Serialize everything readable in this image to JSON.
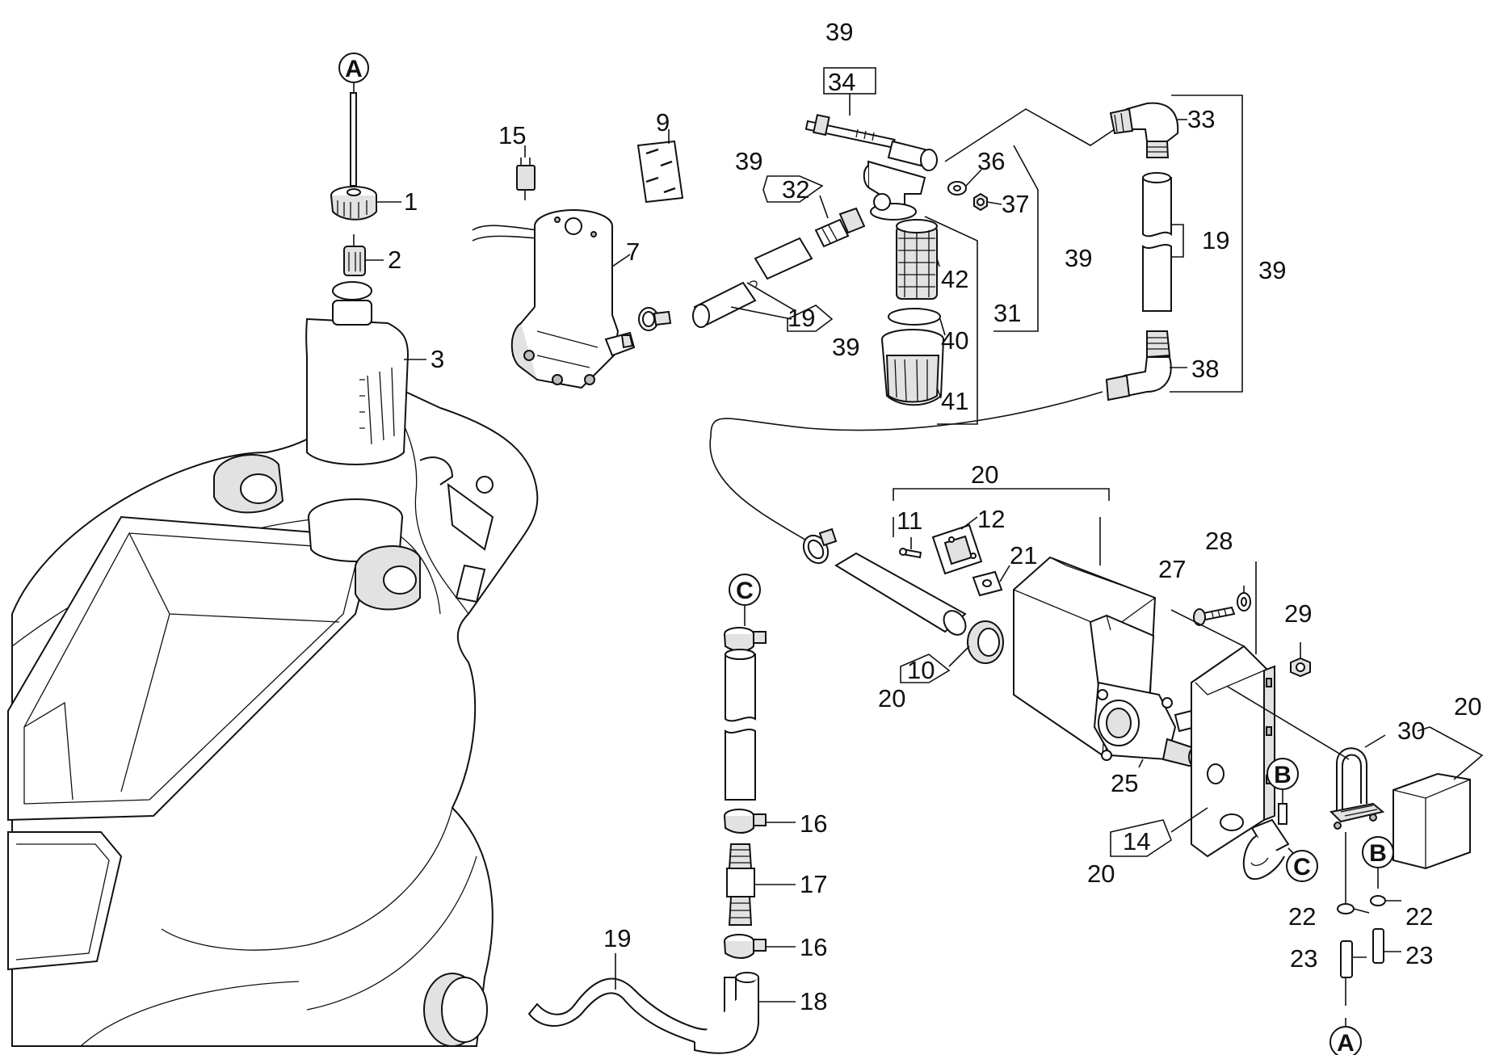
{
  "callouts": {
    "c1": "1",
    "c2": "2",
    "c3": "3",
    "c7": "7",
    "c9": "9",
    "c10": "10",
    "c11": "11",
    "c12": "12",
    "c14": "14",
    "c15": "15",
    "c16a": "16",
    "c16b": "16",
    "c17": "17",
    "c18": "18",
    "c19a": "19",
    "c19b": "19",
    "c19c": "19",
    "c20a": "20",
    "c20b": "20",
    "c20c": "20",
    "c20d": "20",
    "c21": "21",
    "c22a": "22",
    "c22b": "22",
    "c23a": "23",
    "c23b": "23",
    "c25": "25",
    "c27": "27",
    "c28": "28",
    "c29": "29",
    "c30": "30",
    "c31": "31",
    "c32": "32",
    "c33": "33",
    "c34": "34",
    "c36": "36",
    "c37": "37",
    "c38": "38",
    "c39a": "39",
    "c39b": "39",
    "c39c": "39",
    "c39d": "39",
    "c39e": "39",
    "c40": "40",
    "c41": "41",
    "c42": "42"
  },
  "references": {
    "a_top": "A",
    "a_bottom": "A",
    "b_right": "B",
    "b_plate": "B",
    "c_top": "C",
    "c_valve": "C"
  },
  "colors": {
    "line": "#111111",
    "fill_light": "#e2e2e2",
    "fill_dark": "#bdbdbd",
    "background": "#ffffff"
  }
}
